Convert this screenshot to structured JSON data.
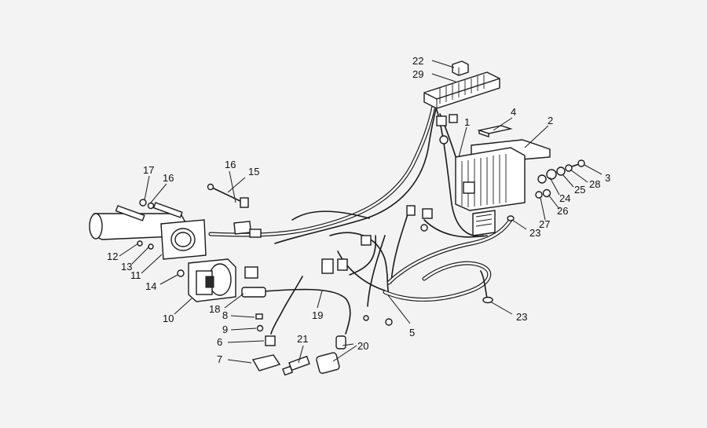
{
  "callouts": {
    "c1": "1",
    "c2": "2",
    "c3": "3",
    "c4": "4",
    "c5": "5",
    "c6": "6",
    "c7": "7",
    "c8": "8",
    "c9": "9",
    "c10": "10",
    "c11": "11",
    "c12": "12",
    "c13": "13",
    "c14": "14",
    "c15": "15",
    "c16a": "16",
    "c16b": "16",
    "c17": "17",
    "c18": "18",
    "c19": "19",
    "c20": "20",
    "c21": "21",
    "c22": "22",
    "c23a": "23",
    "c23b": "23",
    "c24": "24",
    "c25": "25",
    "c26": "26",
    "c27": "27",
    "c28": "28",
    "c29": "29"
  }
}
